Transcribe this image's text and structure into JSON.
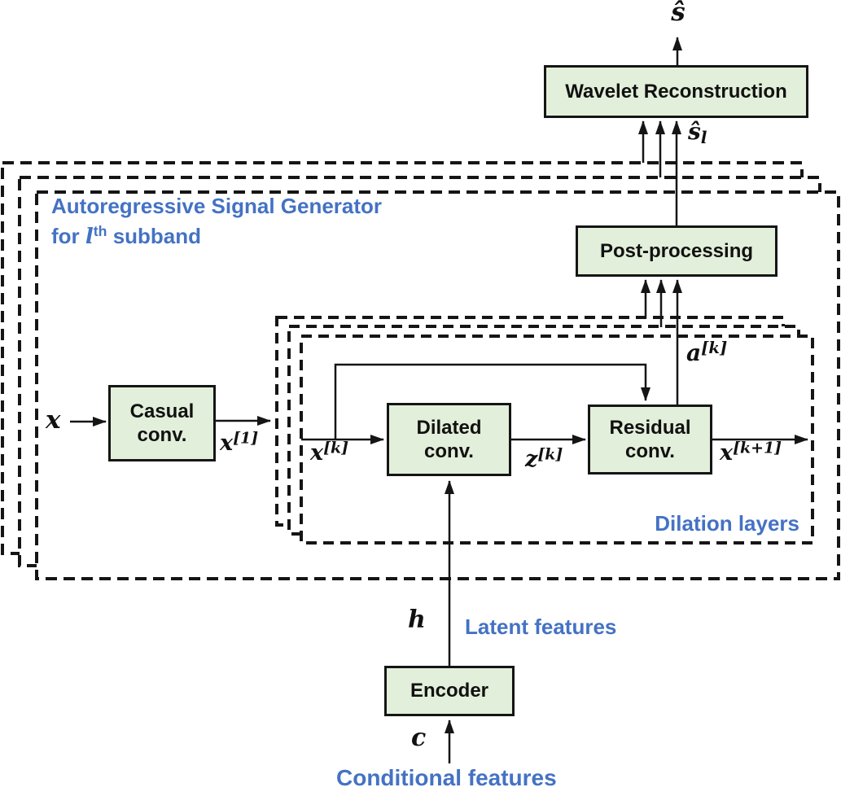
{
  "colors": {
    "box_fill": "#e2efda",
    "box_border": "#151515",
    "line": "#151515",
    "accent_blue": "#4472c4"
  },
  "boxes": {
    "wavelet_reconstruction": "Wavelet Reconstruction",
    "post_processing": "Post-processing",
    "casual_conv_line1": "Casual",
    "casual_conv_line2": "conv.",
    "dilated_conv_line1": "Dilated",
    "dilated_conv_line2": "conv.",
    "residual_conv_line1": "Residual",
    "residual_conv_line2": "conv.",
    "encoder": "Encoder"
  },
  "group_labels": {
    "asg_line1": "Autoregressive Signal Generator",
    "asg_line2_prefix": "for ",
    "asg_line2_var": "l",
    "asg_line2_sup": "th",
    "asg_line2_suffix": " subband",
    "dilation_layers": "Dilation layers",
    "latent_features": "Latent features",
    "conditional_features": "Conditional features"
  },
  "signals": {
    "s_hat": "ŝ",
    "s_hat_l_base": "ŝ",
    "s_hat_l_sub": "l",
    "x_in": "x",
    "x1_base": "x",
    "x1_sup": "[1]",
    "xk_base": "x",
    "xk_sup": "[k]",
    "zk_base": "z",
    "zk_sup": "[k]",
    "xk1_base": "x",
    "xk1_sup": "[k+1]",
    "ak_base": "a",
    "ak_sup": "[k]",
    "h": "h",
    "c": "c"
  }
}
